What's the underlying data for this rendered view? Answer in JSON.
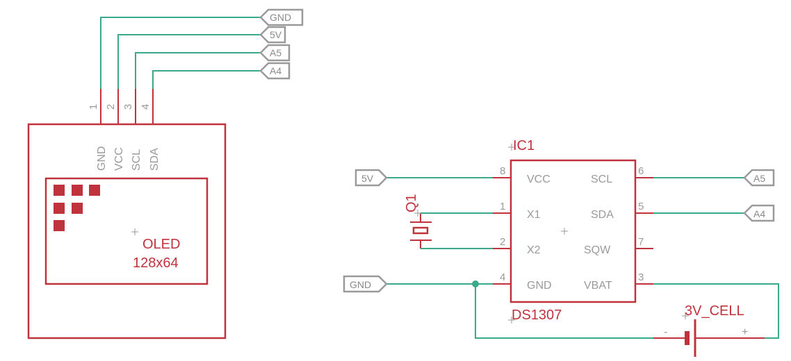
{
  "labels": {
    "gnd_top": "GND",
    "v5_top": "5V",
    "a5_top": "A5",
    "a4_top": "A4",
    "v5_left": "5V",
    "gnd_left": "GND",
    "a5_right": "A5",
    "a4_right": "A4"
  },
  "oled": {
    "name": "OLED",
    "value": "128x64",
    "pins": [
      {
        "num": "1",
        "name": "GND"
      },
      {
        "num": "2",
        "name": "VCC"
      },
      {
        "num": "3",
        "name": "SCL"
      },
      {
        "num": "4",
        "name": "SDA"
      }
    ]
  },
  "ic1": {
    "name": "IC1",
    "value": "DS1307",
    "pins_left": [
      {
        "num": "8",
        "name": "VCC"
      },
      {
        "num": "1",
        "name": "X1"
      },
      {
        "num": "2",
        "name": "X2"
      },
      {
        "num": "4",
        "name": "GND"
      }
    ],
    "pins_right": [
      {
        "num": "6",
        "name": "SCL"
      },
      {
        "num": "5",
        "name": "SDA"
      },
      {
        "num": "7",
        "name": "SQW"
      },
      {
        "num": "3",
        "name": "VBAT"
      }
    ]
  },
  "crystal": {
    "name": "Q1"
  },
  "battery": {
    "name": "3V_CELL",
    "minus": "-",
    "plus": "+"
  },
  "colors": {
    "wire": "#3aaa8c",
    "part": "#c0323c",
    "label": "#9a9a9a"
  }
}
